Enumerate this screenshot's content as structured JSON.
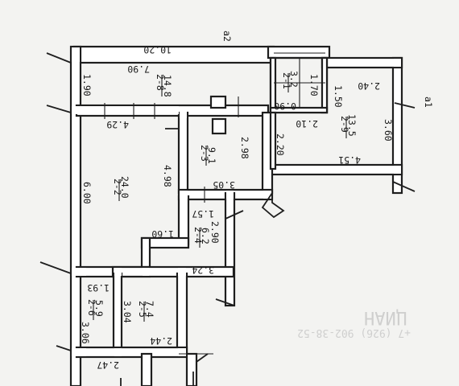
{
  "labels": {
    "axis_a2": "a2",
    "axis_a1": "a1",
    "dim_1020": "10.20",
    "dim_790": "7.90",
    "dim_190": "1.90",
    "r28_id": "2-8",
    "r28_area": "14.8",
    "r21_id": "2-1",
    "r21_area": "3.2",
    "dim_170": "1.70",
    "dim_090": "0.90",
    "dim_240": "2.40",
    "dim_150": "1.50",
    "r29_id": "2-9",
    "r29_area": "13.5",
    "dim_360": "3.60",
    "dim_210": "2.10",
    "dim_220": "2.20",
    "dim_451": "4.51",
    "dim_429": "4.29",
    "r22_id": "2-2",
    "r22_area": "24.0",
    "dim_600": "6.00",
    "dim_498": "4.98",
    "dim_160": "1.60",
    "r23_id": "2-3",
    "r23_area": "9.1",
    "dim_298": "2.98",
    "dim_305": "3.05",
    "dim_157": "1.57",
    "r24_id": "2-4",
    "r24_area": "6.2",
    "dim_290": "2.90",
    "dim_324": "3.24",
    "dim_193": "1.93",
    "r26_id": "2-6",
    "r26_area": "5.9",
    "dim_306": "3.06",
    "dim_304": "3.04",
    "r25_id": "2-5",
    "r25_area": "7.4",
    "dim_244": "2.44",
    "dim_247": "2.47",
    "watermark_line1": "ЦИАН",
    "watermark_line2": "+7 (926) 902-38-52"
  },
  "colors": {
    "ink": "#1e1e1e",
    "paper": "#f3f3f1",
    "watermark": "#c9c9c9"
  }
}
